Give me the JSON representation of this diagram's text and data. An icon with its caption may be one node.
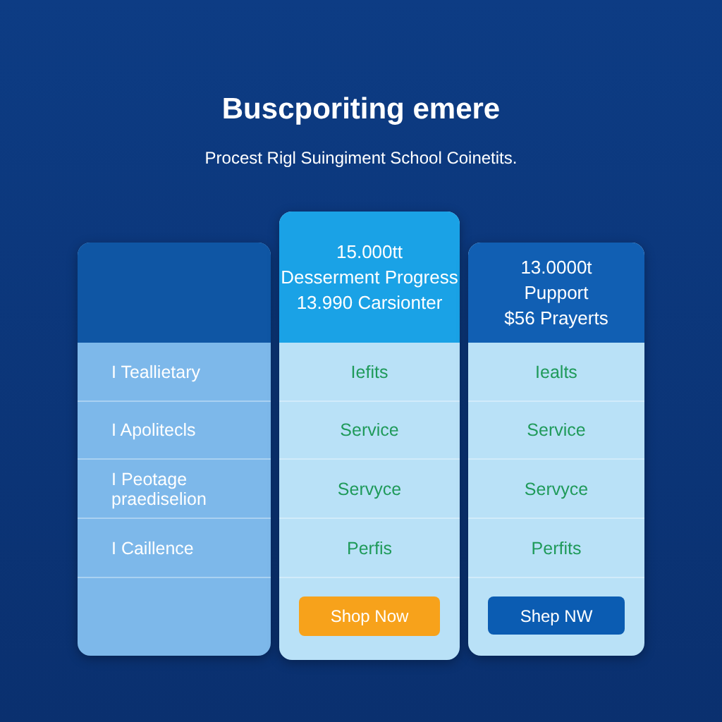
{
  "diagram": {
    "title": "Buscporiting emere",
    "caption": "Procest Rigl Suingiment School Coinetits.",
    "nodes": [
      {
        "text": [
          "I Teallietary",
          "I Apolitecls",
          "I Peotage praediselion",
          "I Caillence"
        ]
      },
      {
        "text": [
          "15.000tt",
          "Desserment Progress",
          "13.990 Carsionter",
          "Iefits",
          "Service",
          "Servyce",
          "Perfis"
        ]
      },
      {
        "text": [
          "Shop Now"
        ],
        "in": 1
      },
      {
        "text": [
          "13.0000t",
          "Pupport",
          "$56 Prayerts",
          "Iealts",
          "Service",
          "Servyce",
          "Perfits"
        ]
      },
      {
        "text": [
          "Shep NW"
        ],
        "in": 3
      }
    ]
  }
}
